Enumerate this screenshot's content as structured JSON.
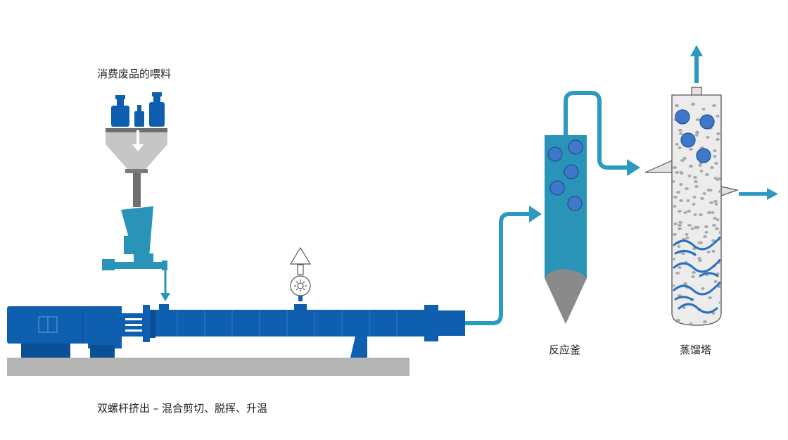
{
  "labels": {
    "feed": "消费废品的喂料",
    "reactor": "反应釜",
    "column": "蒸馏塔",
    "extruder": "双螺杆挤出 – 混合剪切、脱挥、升温"
  },
  "colors": {
    "extruder_blue": "#0f5fb0",
    "extruder_dark": "#0b4f96",
    "process_teal": "#2a93b8",
    "pipe_teal": "#2a9ac0",
    "gray_base": "#b4b4b4",
    "gray_hopper": "#c6c6c6",
    "bubble_fill": "#3f78c9",
    "residue_gray": "#8a8a8a",
    "packing_gray": "#a9a9a9"
  },
  "icons": [
    "bottle-icon",
    "vacuum-pump-icon",
    "arrow-up-icon",
    "arrow-right-icon"
  ]
}
